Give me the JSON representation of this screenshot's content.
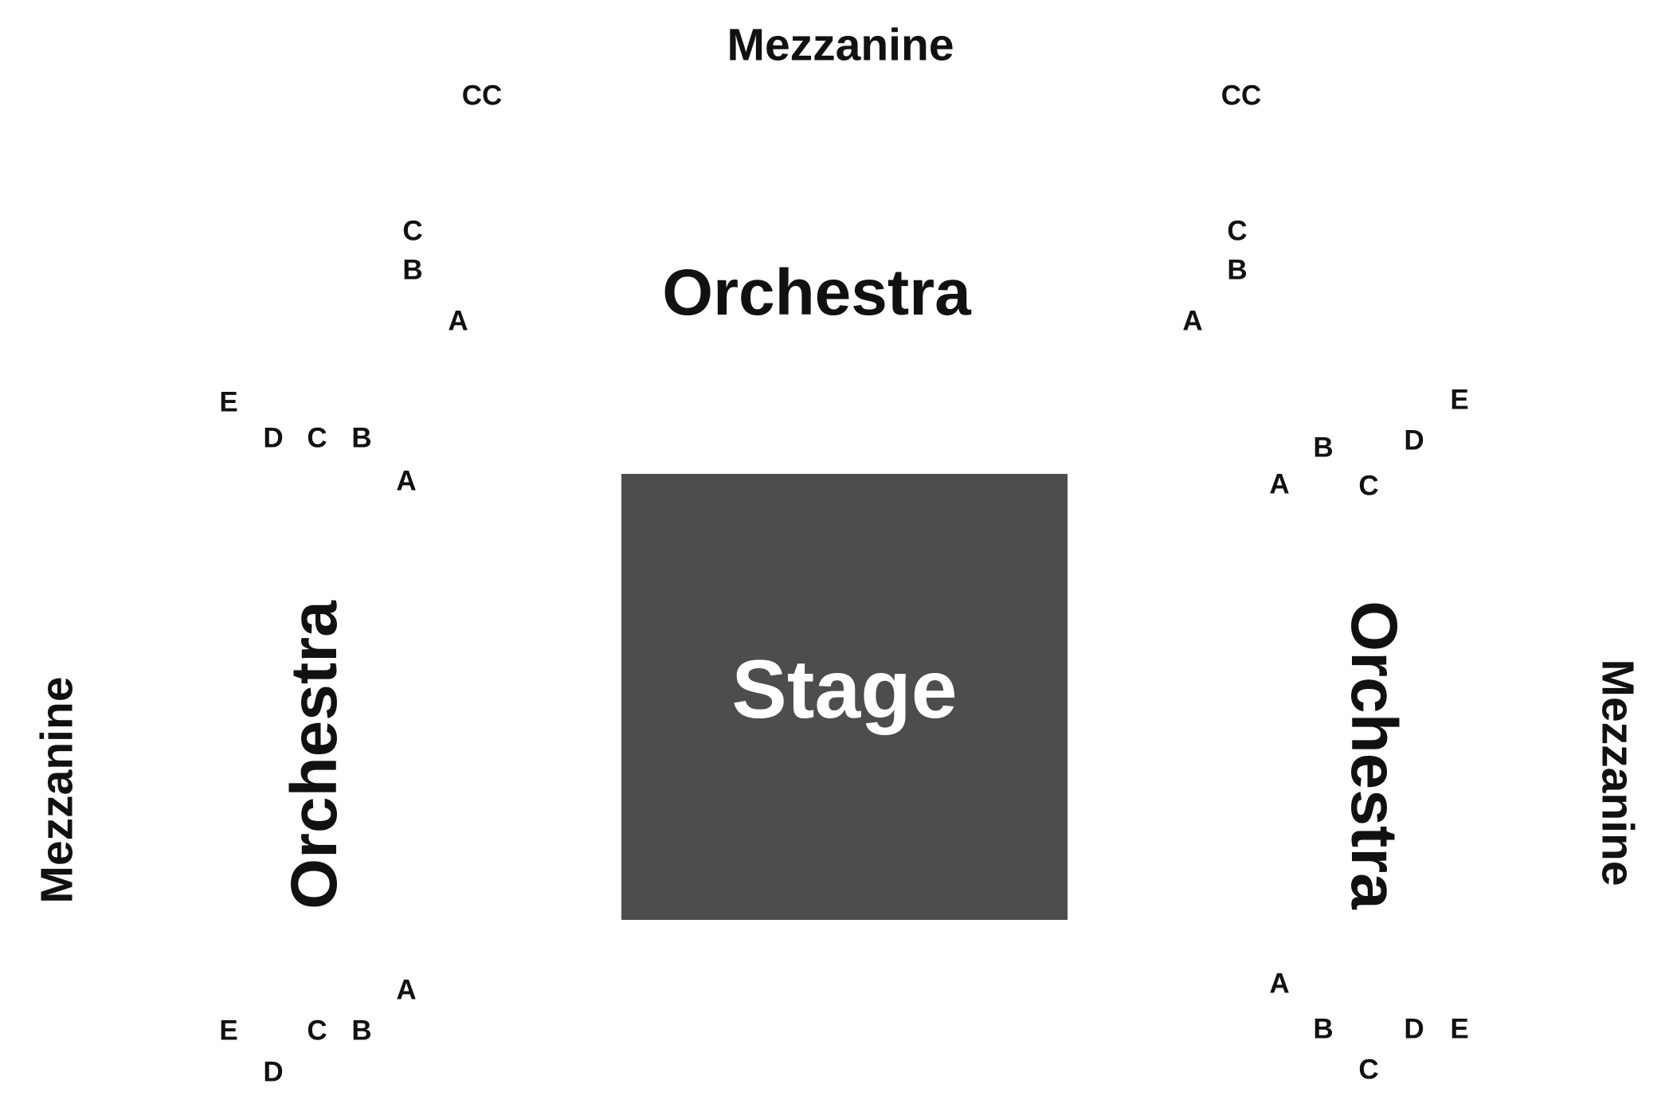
{
  "stage": {
    "label": "Stage",
    "color": "#4d4d4d"
  },
  "sections": {
    "orchestra_top": "Orchestra",
    "orchestra_left": "Orchestra",
    "orchestra_right": "Orchestra",
    "mezzanine_top": "Mezzanine",
    "mezzanine_left": "Mezzanine",
    "mezzanine_right": "Mezzanine"
  },
  "rows": {
    "top_left": {
      "cc": "CC",
      "c": "C",
      "b": "B",
      "a": "A"
    },
    "top_right": {
      "cc": "CC",
      "c": "C",
      "b": "B",
      "a": "A"
    },
    "upper_left": {
      "e": "E",
      "d": "D",
      "c": "C",
      "b": "B",
      "a": "A"
    },
    "upper_right": {
      "a": "A",
      "b": "B",
      "c": "C",
      "d": "D",
      "e": "E"
    },
    "lower_left": {
      "a": "A",
      "b": "B",
      "c": "C",
      "d": "D",
      "e": "E"
    },
    "lower_right": {
      "a": "A",
      "b": "B",
      "c": "C",
      "d": "D",
      "e": "E"
    }
  },
  "colors": {
    "text": "#111111",
    "background": "#ffffff"
  }
}
